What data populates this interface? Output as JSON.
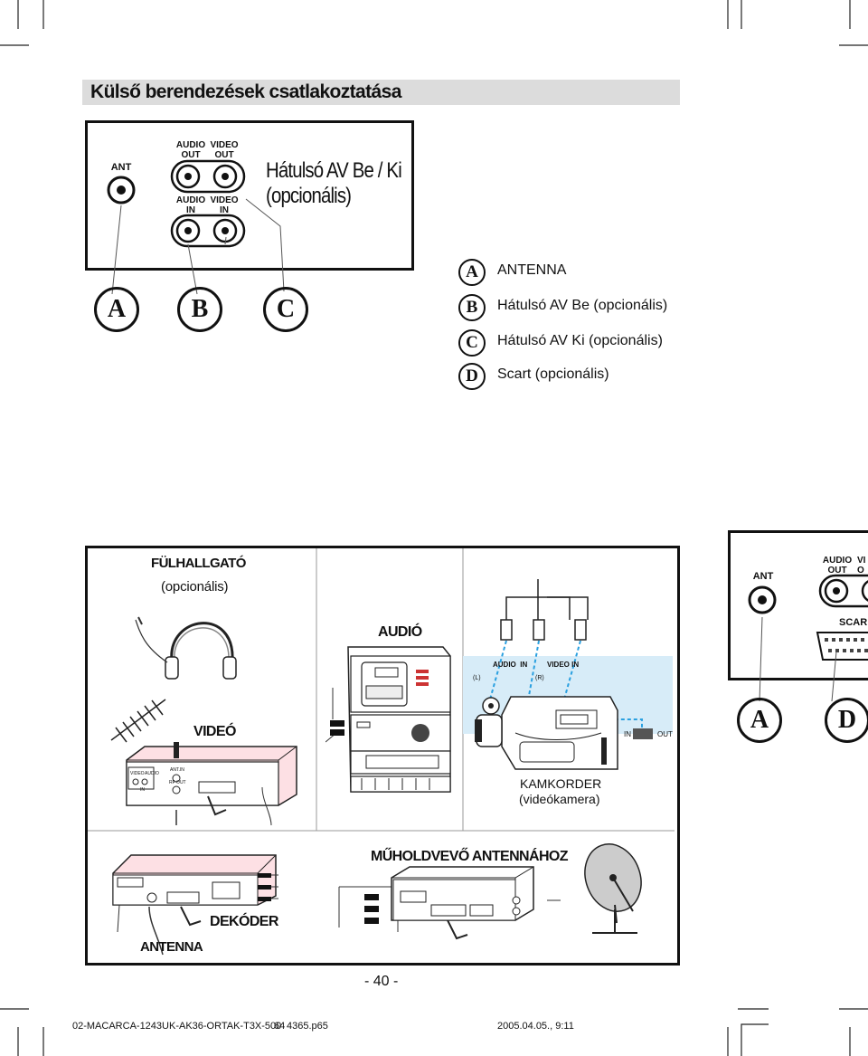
{
  "page": {
    "title": "Külső berendezések csatlakoztatása",
    "page_number": "- 40 -",
    "footer_file": "02-MACARCA-1243UK-AK36-ORTAK-T3X-500",
    "footer_file_overlap": "64",
    "footer_file_tail": "4365.p65",
    "footer_date": "2005.04.05., 9:11"
  },
  "top_panel": {
    "ant": "ANT",
    "audio_out_1": "AUDIO",
    "audio_out_2": "OUT",
    "video_out_1": "VIDEO",
    "video_out_2": "OUT",
    "audio_in_1": "AUDIO",
    "audio_in_2": "IN",
    "video_in_1": "VIDEO",
    "video_in_2": "IN",
    "caption_1": "Hátulsó AV Be / Ki",
    "caption_2": "(opcionális)"
  },
  "callouts": [
    "A",
    "B",
    "C"
  ],
  "legend": [
    {
      "letter": "A",
      "text": "ANTENNA"
    },
    {
      "letter": "B",
      "text": "Hátulsó AV Be (opcionális)"
    },
    {
      "letter": "C",
      "text": "Hátulsó AV Ki (opcionális)"
    },
    {
      "letter": "D",
      "text": "Scart (opcionális)"
    }
  ],
  "right_panel": {
    "ant": "ANT",
    "audio_1": "AUDIO",
    "audio_2": "OUT",
    "video_1": "VI",
    "video_2": "O",
    "scart": "SCAR",
    "callout_a": "A",
    "callout_d": "D"
  },
  "diagram": {
    "headphone_1": "FÜLHALLGATÓ",
    "headphone_2": "(opcionális)",
    "audio": "AUDIÓ",
    "video": "VIDEÓ",
    "cam_audio_in": "AUDIO  IN",
    "cam_video_in": "VIDEO IN",
    "cam_l": "(L)",
    "cam_r": "(R)",
    "cam_in": "IN",
    "cam_out": "OUT",
    "camcorder_1": "KAMKORDER",
    "camcorder_2": "(videókamera)",
    "satellite": "MŰHOLDVEVŐ ANTENNÁHOZ",
    "decoder": "DEKÓDER",
    "antenna": "ANTENNA",
    "vcr_video": "VIDEO",
    "vcr_audio": "AUDIO",
    "vcr_antin": "ANT.IN",
    "vcr_rfout": "RF OUT",
    "vcr_in": "IN"
  }
}
